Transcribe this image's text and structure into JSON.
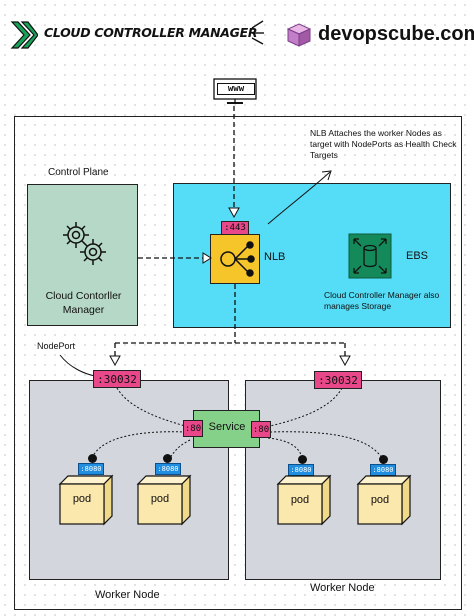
{
  "header": {
    "title": "CLOUD CONTROLLER MANAGER",
    "brand": "devopscube.com"
  },
  "internet_label": "www",
  "annotation": "NLB Attaches the worker Nodes as target with NodePorts as Health Check Targets",
  "control_plane": {
    "label": "Control Plane",
    "ccm_label": "Cloud Contorller Manager"
  },
  "cloud": {
    "nlb_label": "NLB",
    "nlb_port": ":443",
    "ebs_label": "EBS",
    "storage_note": "Cloud Controller Manager also manages Storage"
  },
  "nodeport_label": "NodePort",
  "nodeport_left": ":30032",
  "nodeport_right": ":30032",
  "service": {
    "label": "Service",
    "port_left": ":80",
    "port_right": ":80"
  },
  "pods": {
    "label": "pod",
    "port": ":8080"
  },
  "worker_nodes": {
    "left": "Worker Node",
    "right": "Worker Node"
  },
  "colors": {
    "control_plane_bg": "#b6d8c6",
    "cloud_bg": "#55dcf6",
    "node_bg": "#d3d6dc",
    "service_bg": "#86d18a",
    "port_magenta": "#e8488a",
    "nlb_yellow": "#f6c52a",
    "ebs_green": "#148a5a",
    "pod_yellow": "#fbe8ad"
  }
}
